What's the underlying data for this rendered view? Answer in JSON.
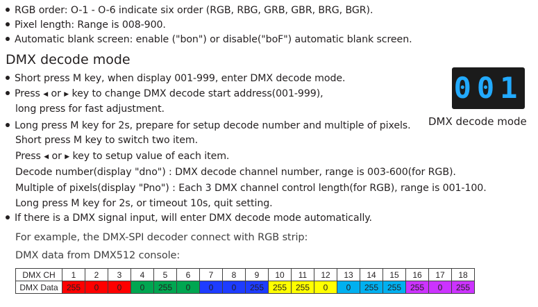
{
  "lines": {
    "rgb_order": "RGB order: O-1 - O-6 indicate six order (RGB, RBG, GRB, GBR, BRG, BGR).",
    "pixel_length": "Pixel length: Range is 008-900.",
    "auto_blank": "Automatic blank screen: enable (\"bon\") or disable(\"boF\") automatic blank screen.",
    "heading": "DMX decode mode",
    "short_press": "Short press M key, when display 001-999, enter DMX decode mode.",
    "press_a": "Press",
    "press_or": "or",
    "press_b": "key to change DMX decode start address(001-999),",
    "long_press_fast": "long press for fast adjustment.",
    "long_press_2s": "Long press M key for 2s, prepare for setup decode number and multiple of pixels.",
    "short_press_switch": "Short press M key to switch two item.",
    "press2_a": "Press",
    "press2_or": "or",
    "press2_b": "key to setup value of each item.",
    "decode_number": "Decode number(display \"dno\") : DMX decode channel number, range is 003-600(for RGB).",
    "multiple_pixels": "Multiple of pixels(display \"Pno\") : Each 3 DMX channel control length(for RGB), range is 001-100.",
    "quit_setting": "Long press M key for 2s, or timeout 10s, quit setting.",
    "signal_input": "If there is a DMX signal input, will enter DMX decode mode automatically.",
    "example": "For example, the DMX-SPI decoder connect with RGB strip:",
    "dmx_data_from": "DMX data from DMX512 console:"
  },
  "icons": {
    "left": "left-triangle-icon",
    "right": "right-triangle-icon"
  },
  "display": {
    "value": "001",
    "caption": "DMX decode mode",
    "color": "#22aaff"
  },
  "table": {
    "row1_label": "DMX CH",
    "row2_label": "DMX Data",
    "channels": [
      "1",
      "2",
      "3",
      "4",
      "5",
      "6",
      "7",
      "8",
      "9",
      "10",
      "11",
      "12",
      "13",
      "14",
      "15",
      "16",
      "17",
      "18"
    ],
    "data": [
      "255",
      "0",
      "0",
      "0",
      "255",
      "0",
      "0",
      "0",
      "255",
      "255",
      "255",
      "0",
      "0",
      "255",
      "255",
      "255",
      "0",
      "255"
    ],
    "colors": [
      "#ff0000",
      "#ff0000",
      "#ff0000",
      "#00a651",
      "#00a651",
      "#00a651",
      "#1e3cff",
      "#1e3cff",
      "#1e3cff",
      "#ffff00",
      "#ffff00",
      "#ffff00",
      "#00b0f0",
      "#00b0f0",
      "#00b0f0",
      "#cc33ff",
      "#cc33ff",
      "#cc33ff"
    ]
  }
}
